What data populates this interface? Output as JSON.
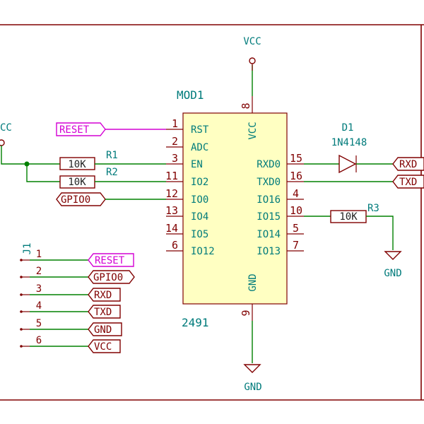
{
  "module": {
    "reference": "MOD1",
    "value": "2491",
    "pins_left": [
      {
        "num": "1",
        "name": "RST"
      },
      {
        "num": "2",
        "name": "ADC"
      },
      {
        "num": "3",
        "name": "EN"
      },
      {
        "num": "11",
        "name": "IO2"
      },
      {
        "num": "12",
        "name": "IO0"
      },
      {
        "num": "13",
        "name": "IO4"
      },
      {
        "num": "14",
        "name": "IO5"
      },
      {
        "num": "6",
        "name": "IO12"
      }
    ],
    "pins_right": [
      {
        "num": "15",
        "name": "RXD0"
      },
      {
        "num": "16",
        "name": "TXD0"
      },
      {
        "num": "4",
        "name": "IO16"
      },
      {
        "num": "10",
        "name": "IO15"
      },
      {
        "num": "5",
        "name": "IO14"
      },
      {
        "num": "7",
        "name": "IO13"
      }
    ],
    "pin_top": {
      "num": "8",
      "name": "VCC"
    },
    "pin_bottom": {
      "num": "9",
      "name": "GND"
    }
  },
  "power": {
    "vcc_top": "VCC",
    "vcc_left": "CC",
    "gnd_r3": "GND",
    "gnd_bottom": "GND"
  },
  "resistors": {
    "r1": {
      "ref": "R1",
      "value": "10K"
    },
    "r2": {
      "ref": "R2",
      "value": "10K"
    },
    "r3": {
      "ref": "R3",
      "value": "10K"
    }
  },
  "diode": {
    "ref": "D1",
    "value": "1N4148"
  },
  "labels": {
    "reset": "RESET",
    "gpio0": "GPIO0",
    "rxd_out": "RXD",
    "txd_out": "TXD"
  },
  "connector": {
    "ref": "J1",
    "pins": [
      {
        "num": "1",
        "label": "RESET"
      },
      {
        "num": "2",
        "label": "GPIO0"
      },
      {
        "num": "3",
        "label": "RXD"
      },
      {
        "num": "4",
        "label": "TXD"
      },
      {
        "num": "5",
        "label": "GND"
      },
      {
        "num": "6",
        "label": "VCC"
      }
    ]
  }
}
